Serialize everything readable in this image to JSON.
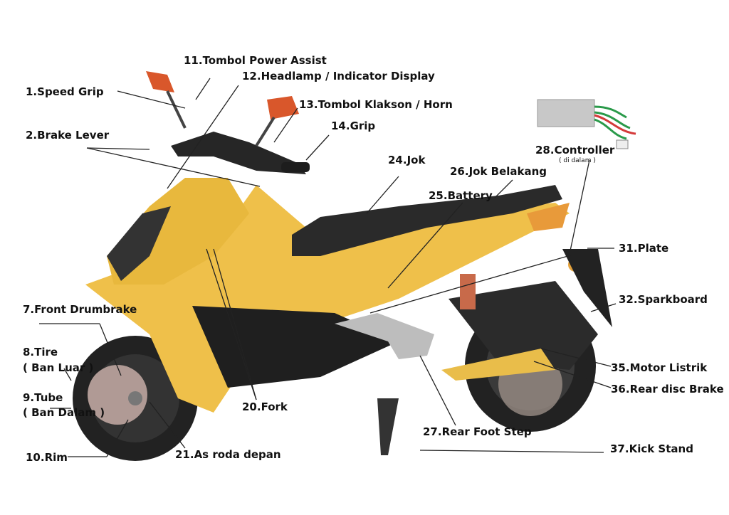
{
  "labels": {
    "l11": "11.Tombol Power Assist",
    "l12": "12.Headlamp / Indicator Display",
    "l1": "1.Speed Grip",
    "l13": "13.Tombol Klakson / Horn",
    "l14": "14.Grip",
    "l2": "2.Brake Lever",
    "l28": "28.Controller",
    "l28sub": "( di dalam )",
    "l24": "24.Jok",
    "l26": "26.Jok Belakang",
    "l25": "25.Battery",
    "l31": "31.Plate",
    "l32": "32.Sparkboard",
    "l7": "7.Front Drumbrake",
    "l8": "8.Tire",
    "l8sub": "( Ban Luar )",
    "l35": "35.Motor Listrik",
    "l36": "36.Rear disc Brake",
    "l9": "9.Tube",
    "l9sub": "( Ban Dalam )",
    "l20": "20.Fork",
    "l27": "27.Rear Foot Step",
    "l37": "37.Kick Stand",
    "l10": "10.Rim",
    "l21": "21.As roda depan"
  },
  "colors": {
    "body_yellow": "#f2c14a",
    "dark": "#1b1b1b",
    "mirror": "#d9572b"
  }
}
